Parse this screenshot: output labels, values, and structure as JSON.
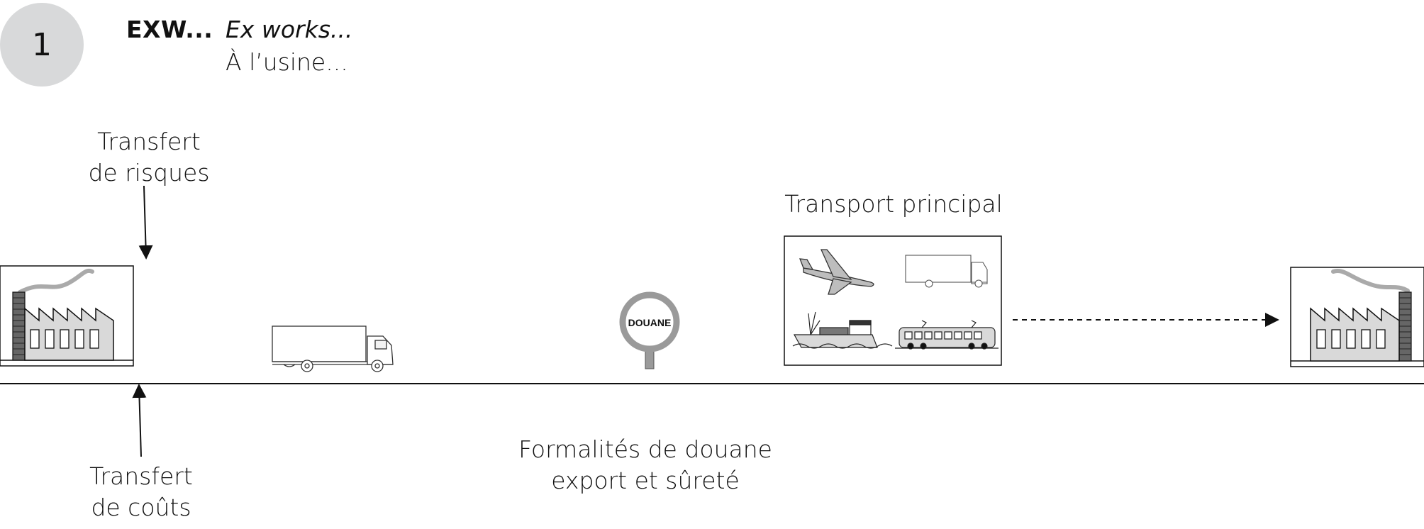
{
  "step_number": "1",
  "incoterm": {
    "code": "EXW...",
    "english": "Ex works...",
    "french": "À l’usine..."
  },
  "labels": {
    "risk_transfer": [
      "Transfert",
      "de risques"
    ],
    "cost_transfer": [
      "Transfert",
      "de coûts"
    ],
    "main_transport": "Transport principal",
    "customs_formalities": [
      "Formalités de douane",
      "export et sûreté"
    ]
  },
  "customs_sign": "DOUANE",
  "icons": [
    "seller-factory-icon",
    "truck-icon",
    "customs-sign-icon",
    "airplane-icon",
    "truck-icon",
    "ship-icon",
    "train-icon",
    "buyer-factory-icon"
  ],
  "colors": {
    "badge": "#d8d9da",
    "line": "#111111",
    "sign_ring": "#9a9a9a",
    "factory_fill": "#d9d9d9"
  }
}
